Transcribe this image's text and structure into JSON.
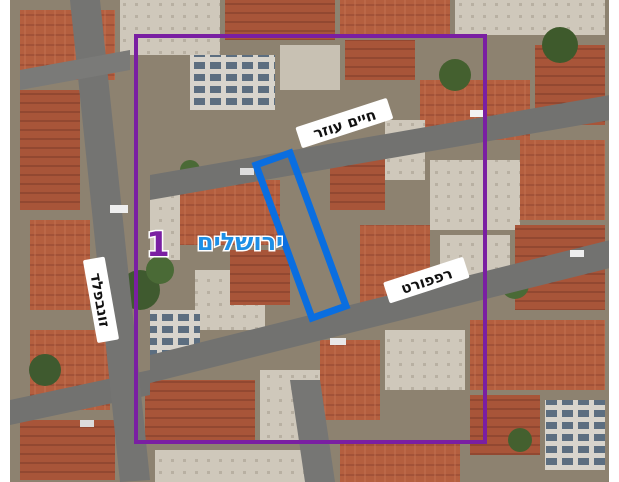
{
  "map": {
    "streets": {
      "north": "חיים עוזר",
      "south": "רפפורט",
      "west": "זונבפלד"
    },
    "area": {
      "number": "1",
      "name": "ירושלים"
    },
    "colors": {
      "boundary": "#7a1fa2",
      "plot": "#0a6ee0",
      "area_number": "#7a1fa2",
      "area_name": "#1d8fe6"
    }
  }
}
